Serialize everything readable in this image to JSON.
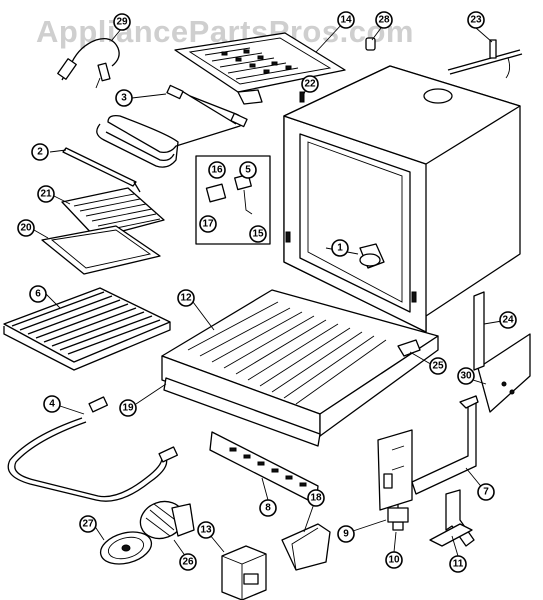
{
  "watermark": "AppliancePartsPros.com",
  "callouts": [
    {
      "id": "c29",
      "label": "29"
    },
    {
      "id": "c3",
      "label": "3"
    },
    {
      "id": "c2",
      "label": "2"
    },
    {
      "id": "c21",
      "label": "21"
    },
    {
      "id": "c20",
      "label": "20"
    },
    {
      "id": "c6",
      "label": "6"
    },
    {
      "id": "c4",
      "label": "4"
    },
    {
      "id": "c19",
      "label": "19"
    },
    {
      "id": "c27",
      "label": "27"
    },
    {
      "id": "c26",
      "label": "26"
    },
    {
      "id": "c13",
      "label": "13"
    },
    {
      "id": "c8",
      "label": "8"
    },
    {
      "id": "c18",
      "label": "18"
    },
    {
      "id": "c9",
      "label": "9"
    },
    {
      "id": "c10",
      "label": "10"
    },
    {
      "id": "c11",
      "label": "11"
    },
    {
      "id": "c7",
      "label": "7"
    },
    {
      "id": "c30",
      "label": "30"
    },
    {
      "id": "c24",
      "label": "24"
    },
    {
      "id": "c25",
      "label": "25"
    },
    {
      "id": "c12",
      "label": "12"
    },
    {
      "id": "c1",
      "label": "1"
    },
    {
      "id": "c16",
      "label": "16"
    },
    {
      "id": "c5",
      "label": "5"
    },
    {
      "id": "c17",
      "label": "17"
    },
    {
      "id": "c15",
      "label": "15"
    },
    {
      "id": "c22",
      "label": "22"
    },
    {
      "id": "c28",
      "label": "28"
    },
    {
      "id": "c23",
      "label": "23"
    },
    {
      "id": "c14",
      "label": "14"
    }
  ]
}
